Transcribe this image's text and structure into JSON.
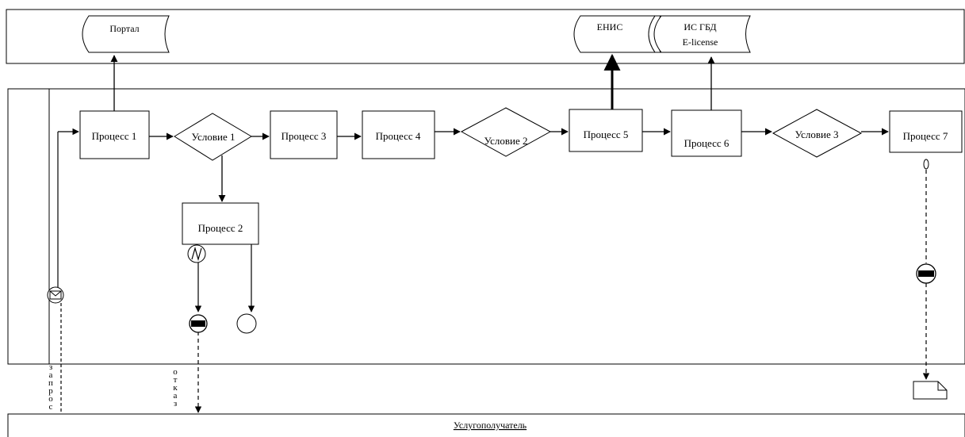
{
  "systems": {
    "portal": "Портал",
    "enis": "ЕНИС",
    "is_gbd_line1": "ИС ГБД",
    "is_gbd_line2": "E-license"
  },
  "processes": {
    "p1": "Процесс 1",
    "p2": "Процесс 2",
    "p3": "Процесс 3",
    "p4": "Процесс 4",
    "p5": "Процесс 5",
    "p6": "Процесс 6",
    "p7": "Процесс 7"
  },
  "conditions": {
    "c1": "Условие 1",
    "c2": "Условие 2",
    "c3": "Условие 3"
  },
  "flows": {
    "request": [
      "з",
      "а",
      "п",
      "р",
      "о",
      "с"
    ],
    "refusal": [
      "о",
      "т",
      "к",
      "а",
      "з"
    ]
  },
  "recipient": "Услугополучатель"
}
